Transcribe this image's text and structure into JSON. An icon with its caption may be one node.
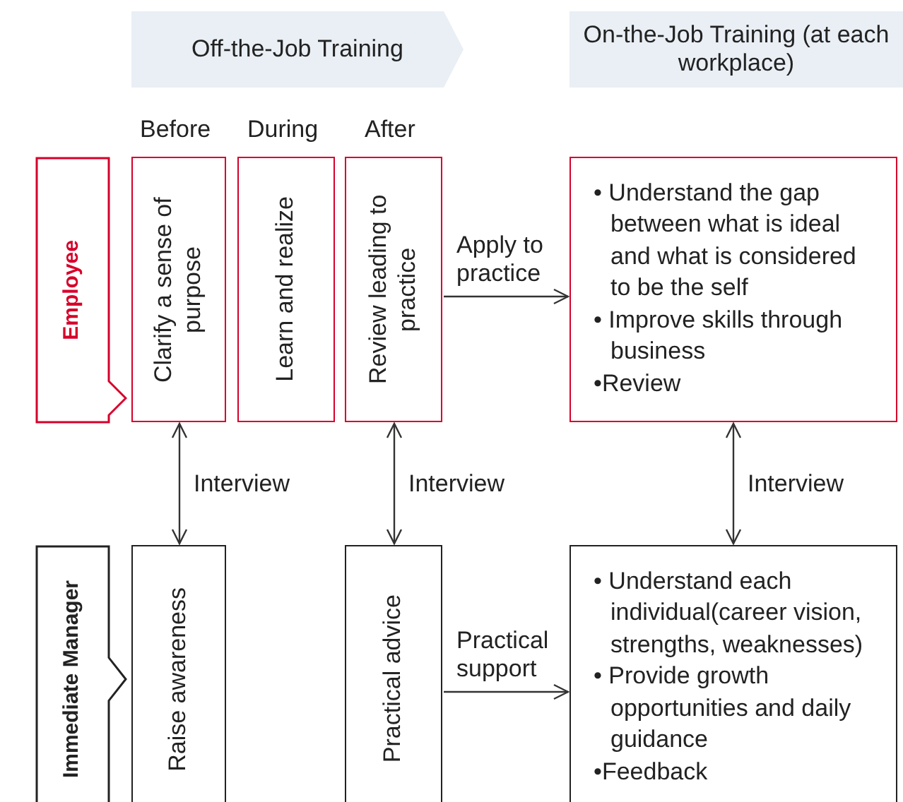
{
  "diagram": {
    "nodes": [
      {
        "text": [
          "Off-the-Job Training"
        ]
      },
      {
        "text": [
          "On-the-Job Training (at each workplace)"
        ]
      },
      {
        "text": [
          "Employee"
        ]
      },
      {
        "text": [
          "Clarify a sense of purpose"
        ]
      },
      {
        "text": [
          "Learn and realize"
        ]
      },
      {
        "text": [
          "Review leading to practice"
        ]
      },
      {
        "text": [
          "• Understand the gap between what is ideal and what is considered to be the self",
          "• Improve skills through business",
          "•Review"
        ]
      },
      {
        "text": [
          "Immediate Manager"
        ]
      },
      {
        "text": [
          "Raise awareness"
        ]
      },
      {
        "text": [
          "Practical advice"
        ]
      },
      {
        "text": [
          "• Understand each individual(career vision, strengths, weaknesses)",
          "• Provide growth opportunities and daily guidance",
          "•Feedback"
        ]
      }
    ],
    "edges": [
      {
        "from": 5,
        "to": 6,
        "arrow": "to",
        "label": "Apply to practice"
      },
      {
        "from": 3,
        "to": 8,
        "arrow": "both",
        "label": "Interview"
      },
      {
        "from": 5,
        "to": 9,
        "arrow": "both",
        "label": "Interview"
      },
      {
        "from": 6,
        "to": 10,
        "arrow": "both",
        "label": "Interview"
      },
      {
        "from": 9,
        "to": 10,
        "arrow": "to",
        "label": "Practical support"
      }
    ],
    "labels": [
      "Before",
      "During",
      "After"
    ]
  }
}
